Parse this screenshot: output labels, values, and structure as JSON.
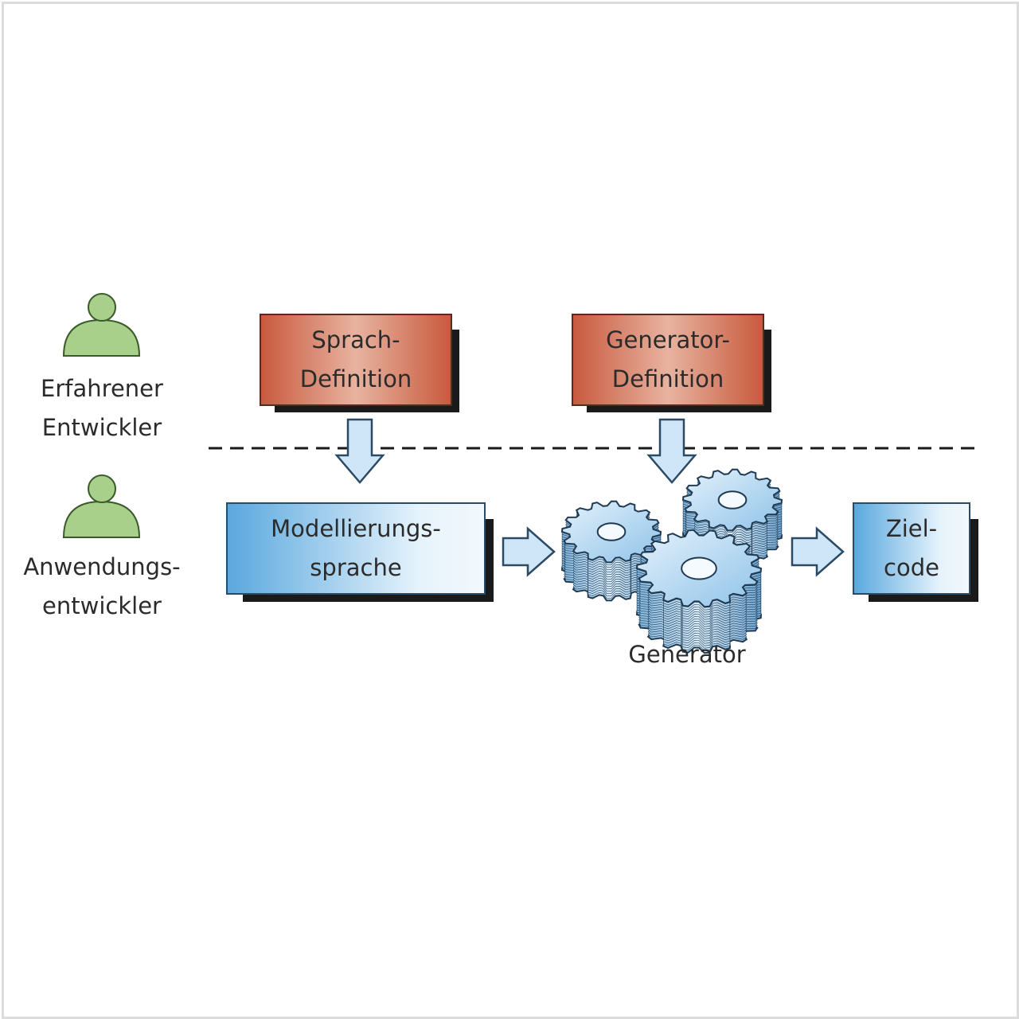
{
  "roles": {
    "experienced": [
      "Erfahrener",
      "Entwickler"
    ],
    "application": [
      "Anwendungs-",
      "entwickler"
    ]
  },
  "boxes": {
    "sprach_definition": [
      "Sprach-",
      "Definition"
    ],
    "generator_definition": [
      "Generator-",
      "Definition"
    ],
    "modellierungssprache": [
      "Modellierungs-",
      "sprache"
    ],
    "zielcode": [
      "Ziel-",
      "code"
    ]
  },
  "generator_label": "Generator",
  "colors": {
    "person": "#a8d08a",
    "red_box": "#c85a3e",
    "blue_box": "#5aa8de",
    "arrow_fill": "#cfe6f8"
  }
}
